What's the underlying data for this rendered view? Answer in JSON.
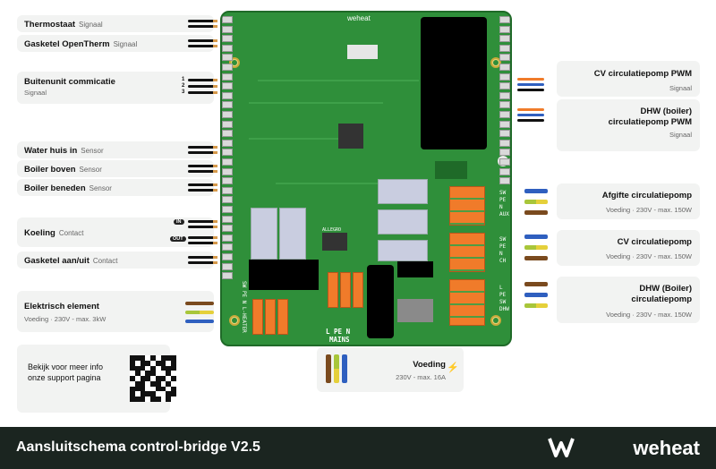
{
  "left_panel": [
    {
      "key": "thermostaat",
      "label": "Thermostaat",
      "sub": "Signaal"
    },
    {
      "key": "gasketel_ot",
      "label": "Gasketel OpenTherm",
      "sub": "Signaal"
    },
    {
      "key": "buitenunit",
      "label": "Buitenunit commicatie",
      "sub": "Signaal"
    },
    {
      "key": "water_huis",
      "label": "Water huis in",
      "sub": "Sensor"
    },
    {
      "key": "boiler_boven",
      "label": "Boiler boven",
      "sub": "Sensor"
    },
    {
      "key": "boiler_beneden",
      "label": "Boiler beneden",
      "sub": "Sensor"
    },
    {
      "key": "koeling",
      "label": "Koeling",
      "sub": "Contact"
    },
    {
      "key": "gasketel_aan",
      "label": "Gasketel aan/uit",
      "sub": "Contact"
    },
    {
      "key": "elektrisch",
      "label": "Elektrisch element",
      "sub": "Voeding · 230V - max. 3kW"
    }
  ],
  "wire_numbers": [
    "1",
    "2",
    "3"
  ],
  "koeling_badges": [
    "IN",
    "OUT"
  ],
  "support": {
    "text": "Bekijk voor meer info onze support pagina"
  },
  "right_panel": [
    {
      "key": "cv_pwm",
      "label": "CV circulatiepomp PWM",
      "sub": "Signaal"
    },
    {
      "key": "dhw_pwm",
      "label": "DHW (boiler) circulatiepomp PWM",
      "sub": "Signaal"
    },
    {
      "key": "afgifte",
      "label": "Afgifte circulatiepomp",
      "sub": "Voeding · 230V - max. 150W"
    },
    {
      "key": "cv_pomp",
      "label": "CV circulatiepomp",
      "sub": "Voeding · 230V - max. 150W"
    },
    {
      "key": "dhw_pomp",
      "label": "DHW (Boiler) circulatiepomp",
      "sub": "Voeding · 230V - max. 150W"
    }
  ],
  "voeding": {
    "label": "Voeding",
    "sub": "230V - max. 16A"
  },
  "pcb": {
    "brand": "weheat",
    "mains": "L PE N",
    "mains_label": "MAINS",
    "aux": "SW PE N AUX",
    "ch": "SW PE N CH",
    "dhw": "L PE SW DHW",
    "heater": "SW PE N L-HEATER",
    "allegro": "ALLEGRO"
  },
  "footer": {
    "title": "Aansluitschema control-bridge V2.5",
    "brand": "weheat"
  },
  "colors": {
    "pcb": "#2f8f3a",
    "terminal": "#f07b2a",
    "relay": "#c9cde0",
    "footer_bg": "#1b2520",
    "brown": "#7a4a1e",
    "blue": "#2f5fbf",
    "yellow_green": "#a8c63a"
  },
  "icons": {
    "bolt": "bolt-icon",
    "qr": "qr-code"
  }
}
